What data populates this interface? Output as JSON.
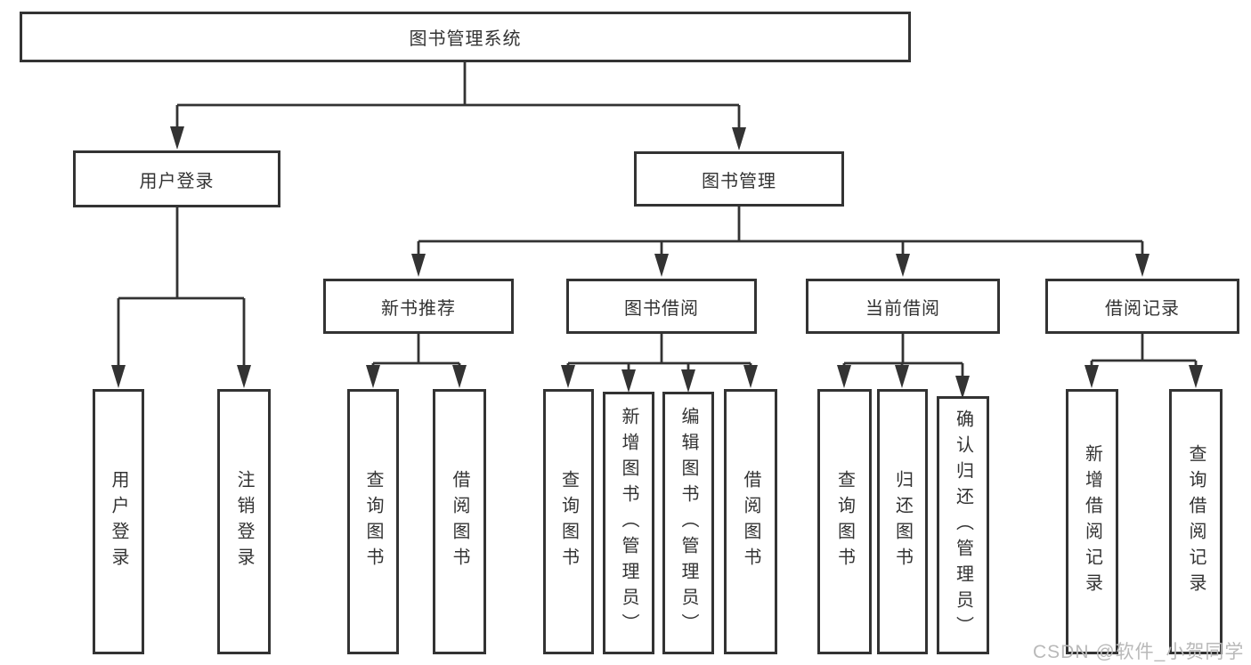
{
  "page": {
    "watermark": "CSDN @软件_小贺同学"
  },
  "diagram": {
    "type": "tree",
    "root": "图书管理系统",
    "branches": [
      {
        "label": "用户登录",
        "children": [
          "用户登录",
          "注销登录"
        ]
      },
      {
        "label": "图书管理",
        "children": [
          {
            "label": "新书推荐",
            "children": [
              "查询图书",
              "借阅图书"
            ]
          },
          {
            "label": "图书借阅",
            "children": [
              "查询图书",
              "新增图书（管理员）",
              "编辑图书（管理员）",
              "借阅图书"
            ]
          },
          {
            "label": "当前借阅",
            "children": [
              "查询图书",
              "归还图书",
              "确认归还（管理员）"
            ]
          },
          {
            "label": "借阅记录",
            "children": [
              "新增借阅记录",
              "查询借阅记录"
            ]
          }
        ]
      }
    ],
    "colors": {
      "line": "#333333",
      "box_border": "#333333",
      "box_background": "#ffffff",
      "text": "#333333",
      "watermark": "#b9b9b9"
    }
  }
}
